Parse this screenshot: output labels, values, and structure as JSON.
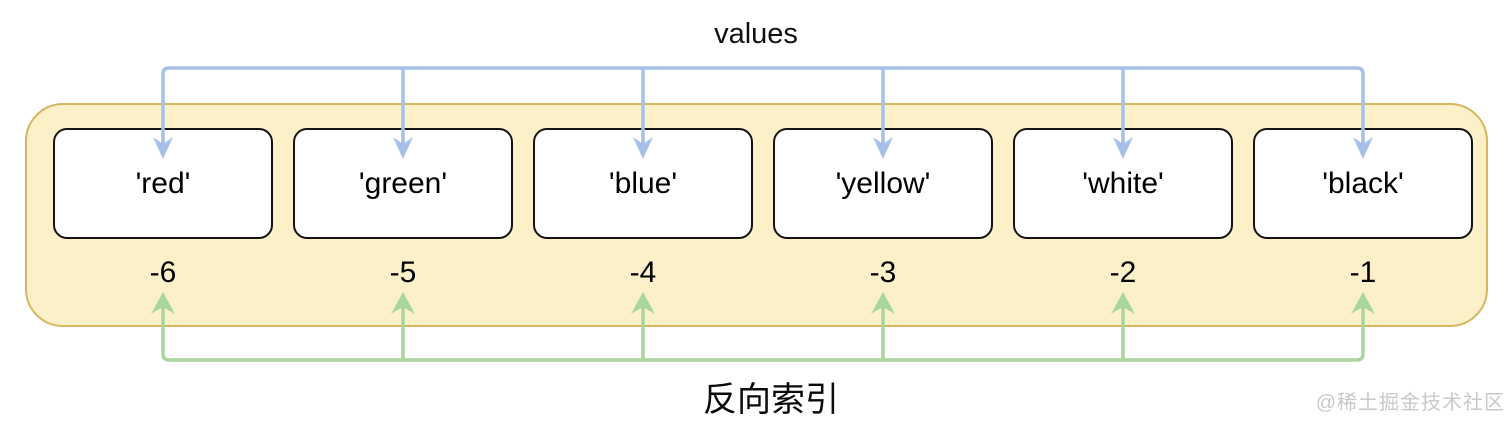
{
  "diagram": {
    "top_label": "values",
    "bottom_label": "反向索引",
    "cells": [
      {
        "value": "'red'",
        "index": "-6"
      },
      {
        "value": "'green'",
        "index": "-5"
      },
      {
        "value": "'blue'",
        "index": "-4"
      },
      {
        "value": "'yellow'",
        "index": "-3"
      },
      {
        "value": "'white'",
        "index": "-2"
      },
      {
        "value": "'black'",
        "index": "-1"
      }
    ],
    "colors": {
      "values_arrows": "#a6c1e8",
      "reverse_arrows": "#a9d69d",
      "container_fill": "#fbf0c8",
      "container_border": "#d6b65f",
      "cell_fill": "#ffffff",
      "cell_border": "#141414",
      "watermark": "#c9c9c9"
    }
  },
  "watermark": "@稀土掘金技术社区"
}
